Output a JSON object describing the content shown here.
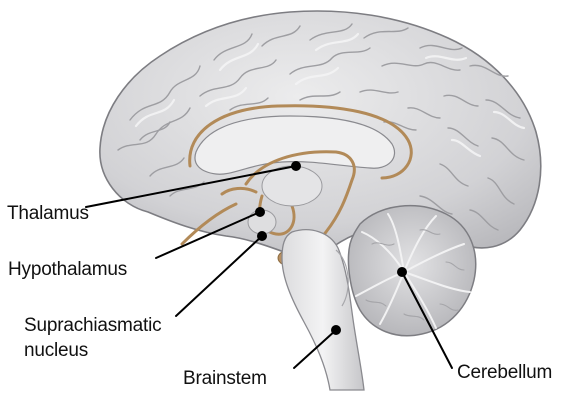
{
  "labels": {
    "thalamus": "Thalamus",
    "hypothalamus": "Hypothalamus",
    "scn_line1": "Suprachiasmatic",
    "scn_line2": "nucleus",
    "brainstem": "Brainstem",
    "cerebellum": "Cerebellum"
  },
  "colors": {
    "brain_gray": "#d4d4d6",
    "gyri_highlight": "#f2f2f3",
    "sulci": "#9e9ea2",
    "outline": "#7d7d82",
    "limbic_tan": "#b28a58",
    "pointer": "#000000"
  }
}
